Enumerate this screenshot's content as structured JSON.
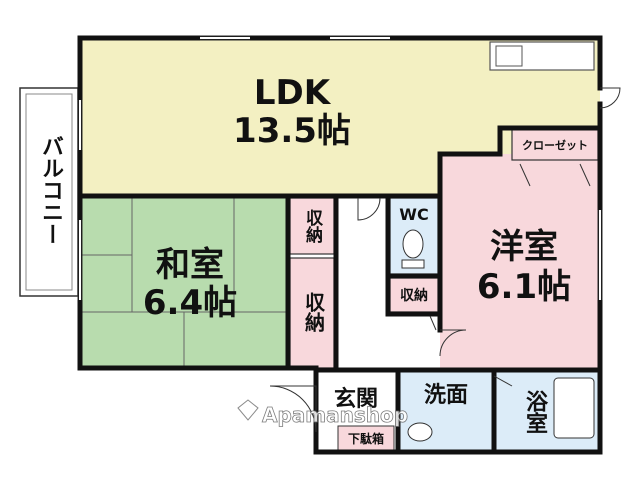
{
  "floorplan": {
    "rooms": {
      "ldk": {
        "name": "LDK",
        "size": "13.5帖",
        "color": "#f3f0c2"
      },
      "washitsu": {
        "name": "和室",
        "size": "6.4帖",
        "color": "#b8dcae"
      },
      "yoshitsu": {
        "name": "洋室",
        "size": "6.1帖",
        "color": "#f8d8dc"
      },
      "closet": {
        "label": "クローゼット",
        "color": "#f8d8dc"
      },
      "storage_upper": {
        "label": "収納"
      },
      "storage_lower": {
        "label": "収納"
      },
      "storage_hall": {
        "label": "収納"
      },
      "wc": {
        "label": "WC",
        "color": "#dcecf8"
      },
      "entrance": {
        "label": "玄関"
      },
      "shoe_box": {
        "label": "下駄箱"
      },
      "washroom": {
        "label": "洗面",
        "color": "#dcecf8"
      },
      "bath": {
        "label": "浴室",
        "color": "#dcecf8"
      },
      "balcony": {
        "label": "バルコニー"
      }
    },
    "watermark": "Apamanshop"
  }
}
